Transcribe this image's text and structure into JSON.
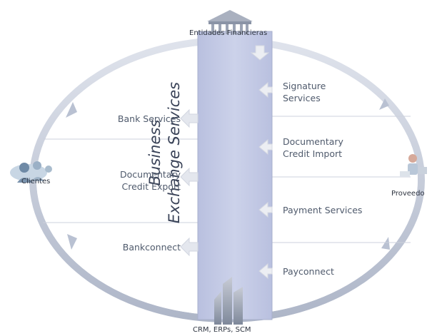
{
  "nodes": {
    "top": "Entidades Financieras",
    "left": "Clientes",
    "right": "Proveedo",
    "bottom": "CRM, ERPs, SCM"
  },
  "center": {
    "line1": "Business",
    "line2": "Exchange Services"
  },
  "left_services": [
    "Bank Services",
    "Documentary\nCredit Export",
    "Bankconnect"
  ],
  "right_services": [
    "Signature\nServices",
    "Documentary\nCredit Import",
    "Payment Services",
    "Payconnect"
  ],
  "colors": {
    "ring": "#c9d0de",
    "ring_shadow": "#9aa3b6",
    "column": "#c7cde6",
    "arrow_fill": "#e6e8ef",
    "line": "#c8cdd8",
    "text": "#4f5a6c"
  }
}
